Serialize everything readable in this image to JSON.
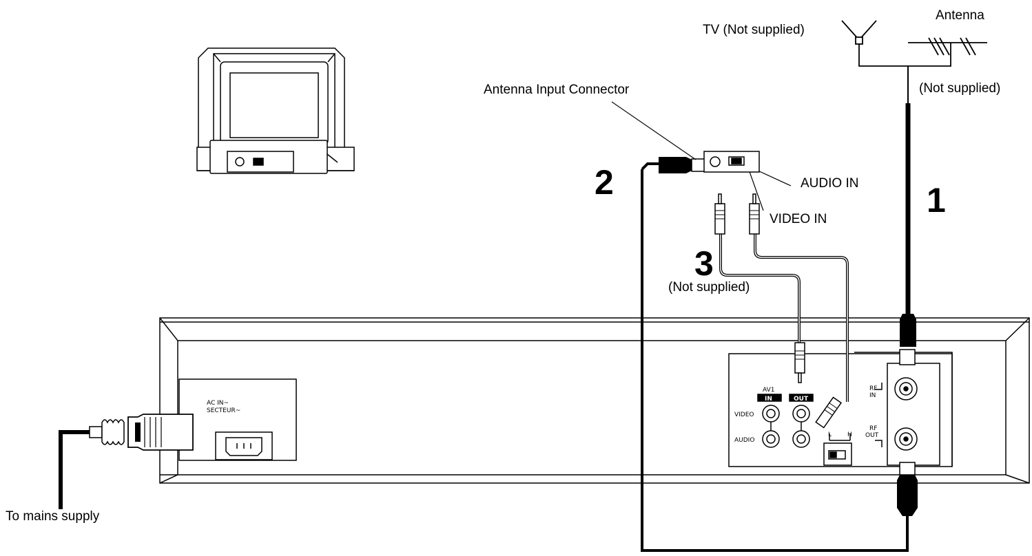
{
  "labels": {
    "tv": "TV (Not supplied)",
    "antenna": "Antenna",
    "antenna_not_supplied": "(Not supplied)",
    "antenna_input_connector": "Antenna Input Connector",
    "audio_in": "AUDIO IN",
    "video_in": "VIDEO IN",
    "cable_not_supplied": "(Not supplied)",
    "to_mains_supply": "To mains supply"
  },
  "steps": {
    "step1": "1",
    "step2": "2",
    "step3": "3"
  },
  "panel": {
    "ac_in_line1": "AC IN~",
    "ac_in_line2": "SECTEUR~",
    "av1": "AV1",
    "in": "IN",
    "out": "OUT",
    "video": "VIDEO",
    "audio": "AUDIO",
    "rf_in_1": "RF",
    "rf_in_2": "IN",
    "rf_out_1": "RF",
    "rf_out_2": "OUT",
    "switch_l": "L",
    "switch_h": "H"
  }
}
